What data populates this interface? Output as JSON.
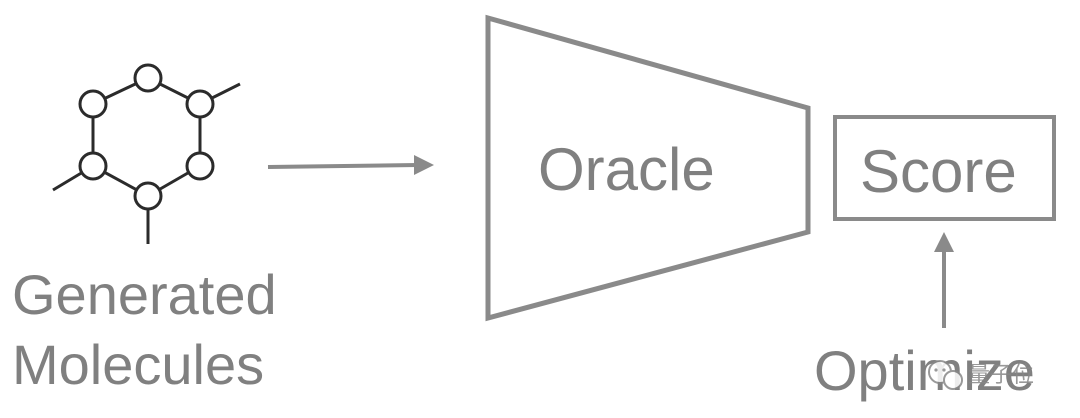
{
  "diagram": {
    "molecule_label_line1": "Generated",
    "molecule_label_line2": "Molecules",
    "oracle_label": "Oracle",
    "score_label": "Score",
    "optimize_label": "Optimize",
    "watermark_text": "量子位"
  },
  "colors": {
    "shape_stroke": "#8a8a8a",
    "text": "#808080",
    "molecule_stroke": "#2b2b2b",
    "background": "#ffffff"
  },
  "icons": {
    "molecule": "hexagon-molecule-icon",
    "arrow_right": "arrow-right",
    "arrow_up": "arrow-up",
    "watermark_logo": "wechat-logo-icon"
  }
}
